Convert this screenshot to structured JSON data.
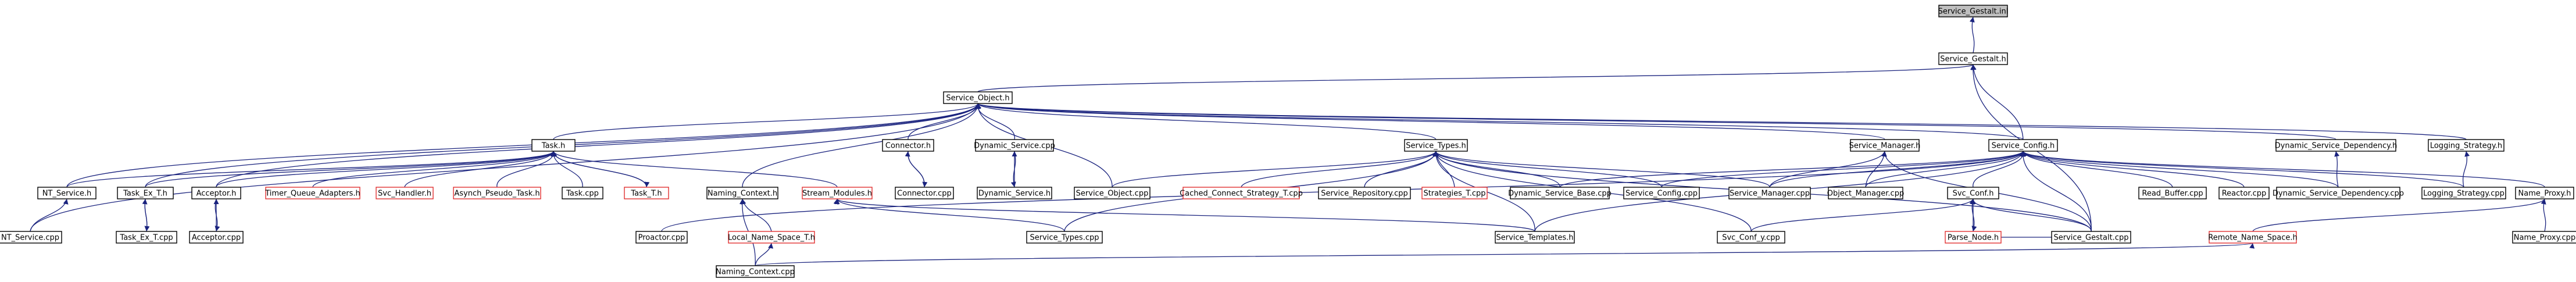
{
  "diagram": {
    "colors": {
      "edge": "#1a237e",
      "root_fill": "#bfbfbf",
      "node_border": "#000000",
      "red_border": "#e03030"
    },
    "nodes": [
      {
        "id": "gestalt_inl",
        "label": "Service_Gestalt.inl",
        "kind": "root"
      },
      {
        "id": "gestalt_h",
        "label": "Service_Gestalt.h",
        "kind": "normal"
      },
      {
        "id": "service_object_h",
        "label": "Service_Object.h",
        "kind": "normal"
      },
      {
        "id": "task_h",
        "label": "Task.h",
        "kind": "normal"
      },
      {
        "id": "service_types_h",
        "label": "Service_Types.h",
        "kind": "normal"
      },
      {
        "id": "service_manager_h",
        "label": "Service_Manager.h",
        "kind": "normal"
      },
      {
        "id": "service_config_h",
        "label": "Service_Config.h",
        "kind": "normal"
      },
      {
        "id": "connector_h",
        "label": "Connector.h",
        "kind": "normal"
      },
      {
        "id": "dynamic_service_cpp",
        "label": "Dynamic_Service.cpp",
        "kind": "normal"
      },
      {
        "id": "dyn_svc_dep_h",
        "label": "Dynamic_Service_Dependency.h",
        "kind": "normal"
      },
      {
        "id": "logging_strategy_h",
        "label": "Logging_Strategy.h",
        "kind": "normal"
      },
      {
        "id": "nt_service_h",
        "label": "NT_Service.h",
        "kind": "normal"
      },
      {
        "id": "task_ex_t_h",
        "label": "Task_Ex_T.h",
        "kind": "normal"
      },
      {
        "id": "acceptor_h",
        "label": "Acceptor.h",
        "kind": "normal"
      },
      {
        "id": "timer_queue_adapters_h",
        "label": "Timer_Queue_Adapters.h",
        "kind": "red"
      },
      {
        "id": "svc_handler_h",
        "label": "Svc_Handler.h",
        "kind": "red"
      },
      {
        "id": "asynch_pseudo_task_h",
        "label": "Asynch_Pseudo_Task.h",
        "kind": "red"
      },
      {
        "id": "task_cpp",
        "label": "Task.cpp",
        "kind": "normal"
      },
      {
        "id": "task_t_h",
        "label": "Task_T.h",
        "kind": "red"
      },
      {
        "id": "naming_context_h",
        "label": "Naming_Context.h",
        "kind": "normal"
      },
      {
        "id": "stream_modules_h",
        "label": "Stream_Modules.h",
        "kind": "red"
      },
      {
        "id": "connector_cpp",
        "label": "Connector.cpp",
        "kind": "normal"
      },
      {
        "id": "dynamic_service_h",
        "label": "Dynamic_Service.h",
        "kind": "normal"
      },
      {
        "id": "service_object_cpp",
        "label": "Service_Object.cpp",
        "kind": "normal"
      },
      {
        "id": "cached_connect_strategy_t_cpp",
        "label": "Cached_Connect_Strategy_T.cpp",
        "kind": "red"
      },
      {
        "id": "service_repository_cpp",
        "label": "Service_Repository.cpp",
        "kind": "normal"
      },
      {
        "id": "strategies_t_cpp",
        "label": "Strategies_T.cpp",
        "kind": "red"
      },
      {
        "id": "dynamic_service_base_cpp",
        "label": "Dynamic_Service_Base.cpp",
        "kind": "normal"
      },
      {
        "id": "service_config_cpp",
        "label": "Service_Config.cpp",
        "kind": "normal"
      },
      {
        "id": "service_manager_cpp",
        "label": "Service_Manager.cpp",
        "kind": "normal"
      },
      {
        "id": "object_manager_cpp",
        "label": "Object_Manager.cpp",
        "kind": "normal"
      },
      {
        "id": "svc_conf_h",
        "label": "Svc_Conf.h",
        "kind": "normal"
      },
      {
        "id": "read_buffer_cpp",
        "label": "Read_Buffer.cpp",
        "kind": "normal"
      },
      {
        "id": "reactor_cpp",
        "label": "Reactor.cpp",
        "kind": "normal"
      },
      {
        "id": "dyn_svc_dep_cpp",
        "label": "Dynamic_Service_Dependency.cpp",
        "kind": "normal"
      },
      {
        "id": "logging_strategy_cpp",
        "label": "Logging_Strategy.cpp",
        "kind": "normal"
      },
      {
        "id": "name_proxy_h",
        "label": "Name_Proxy.h",
        "kind": "normal"
      },
      {
        "id": "nt_service_cpp",
        "label": "NT_Service.cpp",
        "kind": "normal"
      },
      {
        "id": "task_ex_t_cpp",
        "label": "Task_Ex_T.cpp",
        "kind": "normal"
      },
      {
        "id": "acceptor_cpp",
        "label": "Acceptor.cpp",
        "kind": "normal"
      },
      {
        "id": "proactor_cpp",
        "label": "Proactor.cpp",
        "kind": "normal"
      },
      {
        "id": "local_name_space_t_h",
        "label": "Local_Name_Space_T.h",
        "kind": "red"
      },
      {
        "id": "service_types_cpp",
        "label": "Service_Types.cpp",
        "kind": "normal"
      },
      {
        "id": "service_templates_h",
        "label": "Service_Templates.h",
        "kind": "normal"
      },
      {
        "id": "svc_conf_y_cpp",
        "label": "Svc_Conf_y.cpp",
        "kind": "normal"
      },
      {
        "id": "parse_node_h",
        "label": "Parse_Node.h",
        "kind": "red"
      },
      {
        "id": "service_gestalt_cpp",
        "label": "Service_Gestalt.cpp",
        "kind": "normal"
      },
      {
        "id": "remote_name_space_h",
        "label": "Remote_Name_Space.h",
        "kind": "red"
      },
      {
        "id": "name_proxy_cpp",
        "label": "Name_Proxy.cpp",
        "kind": "normal"
      },
      {
        "id": "naming_context_cpp",
        "label": "Naming_Context.cpp",
        "kind": "normal"
      }
    ],
    "edges": [
      [
        "gestalt_h",
        "gestalt_inl"
      ],
      [
        "service_object_h",
        "gestalt_h"
      ],
      [
        "service_config_h",
        "gestalt_h"
      ],
      [
        "service_gestalt_cpp",
        "gestalt_h"
      ],
      [
        "task_h",
        "service_object_h"
      ],
      [
        "service_types_h",
        "service_object_h"
      ],
      [
        "service_manager_h",
        "service_object_h"
      ],
      [
        "service_config_h",
        "service_object_h"
      ],
      [
        "connector_h",
        "service_object_h"
      ],
      [
        "dynamic_service_cpp",
        "service_object_h"
      ],
      [
        "dyn_svc_dep_h",
        "service_object_h"
      ],
      [
        "logging_strategy_h",
        "service_object_h"
      ],
      [
        "nt_service_h",
        "service_object_h"
      ],
      [
        "task_ex_t_h",
        "service_object_h"
      ],
      [
        "acceptor_h",
        "service_object_h"
      ],
      [
        "naming_context_h",
        "service_object_h"
      ],
      [
        "service_object_cpp",
        "service_object_h"
      ],
      [
        "nt_service_cpp",
        "service_object_h"
      ],
      [
        "nt_service_h",
        "task_h"
      ],
      [
        "task_ex_t_h",
        "task_h"
      ],
      [
        "acceptor_h",
        "task_h"
      ],
      [
        "timer_queue_adapters_h",
        "task_h"
      ],
      [
        "svc_handler_h",
        "task_h"
      ],
      [
        "asynch_pseudo_task_h",
        "task_h"
      ],
      [
        "task_cpp",
        "task_h"
      ],
      [
        "task_t_h",
        "task_h"
      ],
      [
        "stream_modules_h",
        "task_h"
      ],
      [
        "task_h",
        "task_t_h"
      ],
      [
        "connector_cpp",
        "connector_h"
      ],
      [
        "connector_h",
        "connector_cpp"
      ],
      [
        "dynamic_service_h",
        "dynamic_service_cpp"
      ],
      [
        "dynamic_service_cpp",
        "dynamic_service_h"
      ],
      [
        "service_object_cpp",
        "service_types_h"
      ],
      [
        "cached_connect_strategy_t_cpp",
        "service_types_h"
      ],
      [
        "service_repository_cpp",
        "service_types_h"
      ],
      [
        "strategies_t_cpp",
        "service_types_h"
      ],
      [
        "dynamic_service_base_cpp",
        "service_types_h"
      ],
      [
        "service_config_cpp",
        "service_types_h"
      ],
      [
        "service_manager_cpp",
        "service_types_h"
      ],
      [
        "service_types_cpp",
        "service_types_h"
      ],
      [
        "service_templates_h",
        "service_types_h"
      ],
      [
        "svc_conf_y_cpp",
        "service_types_h"
      ],
      [
        "service_gestalt_cpp",
        "service_types_h"
      ],
      [
        "service_manager_cpp",
        "service_manager_h"
      ],
      [
        "object_manager_cpp",
        "service_manager_h"
      ],
      [
        "service_gestalt_cpp",
        "service_manager_h"
      ],
      [
        "svc_conf_h",
        "service_config_h"
      ],
      [
        "read_buffer_cpp",
        "service_config_h"
      ],
      [
        "reactor_cpp",
        "service_config_h"
      ],
      [
        "dyn_svc_dep_cpp",
        "service_config_h"
      ],
      [
        "logging_strategy_cpp",
        "service_config_h"
      ],
      [
        "name_proxy_h",
        "service_config_h"
      ],
      [
        "service_config_cpp",
        "service_config_h"
      ],
      [
        "dynamic_service_base_cpp",
        "service_config_h"
      ],
      [
        "object_manager_cpp",
        "service_config_h"
      ],
      [
        "service_manager_cpp",
        "service_config_h"
      ],
      [
        "proactor_cpp",
        "service_config_h"
      ],
      [
        "service_templates_h",
        "service_config_h"
      ],
      [
        "service_gestalt_cpp",
        "service_config_h"
      ],
      [
        "dyn_svc_dep_cpp",
        "dyn_svc_dep_h"
      ],
      [
        "logging_strategy_cpp",
        "logging_strategy_h"
      ],
      [
        "nt_service_cpp",
        "nt_service_h"
      ],
      [
        "task_ex_t_cpp",
        "task_ex_t_h"
      ],
      [
        "task_ex_t_h",
        "task_ex_t_cpp"
      ],
      [
        "acceptor_cpp",
        "acceptor_h"
      ],
      [
        "acceptor_h",
        "acceptor_cpp"
      ],
      [
        "naming_context_cpp",
        "naming_context_h"
      ],
      [
        "local_name_space_t_h",
        "naming_context_h"
      ],
      [
        "naming_context_cpp",
        "local_name_space_t_h"
      ],
      [
        "service_types_cpp",
        "stream_modules_h"
      ],
      [
        "service_templates_h",
        "stream_modules_h"
      ],
      [
        "svc_conf_y_cpp",
        "svc_conf_h"
      ],
      [
        "parse_node_h",
        "svc_conf_h"
      ],
      [
        "svc_conf_h",
        "parse_node_h"
      ],
      [
        "service_gestalt_cpp",
        "svc_conf_h"
      ],
      [
        "name_proxy_cpp",
        "name_proxy_h"
      ],
      [
        "remote_name_space_h",
        "name_proxy_h"
      ],
      [
        "naming_context_cpp",
        "remote_name_space_h"
      ],
      [
        "service_gestalt_cpp",
        "parse_node_h"
      ]
    ]
  }
}
